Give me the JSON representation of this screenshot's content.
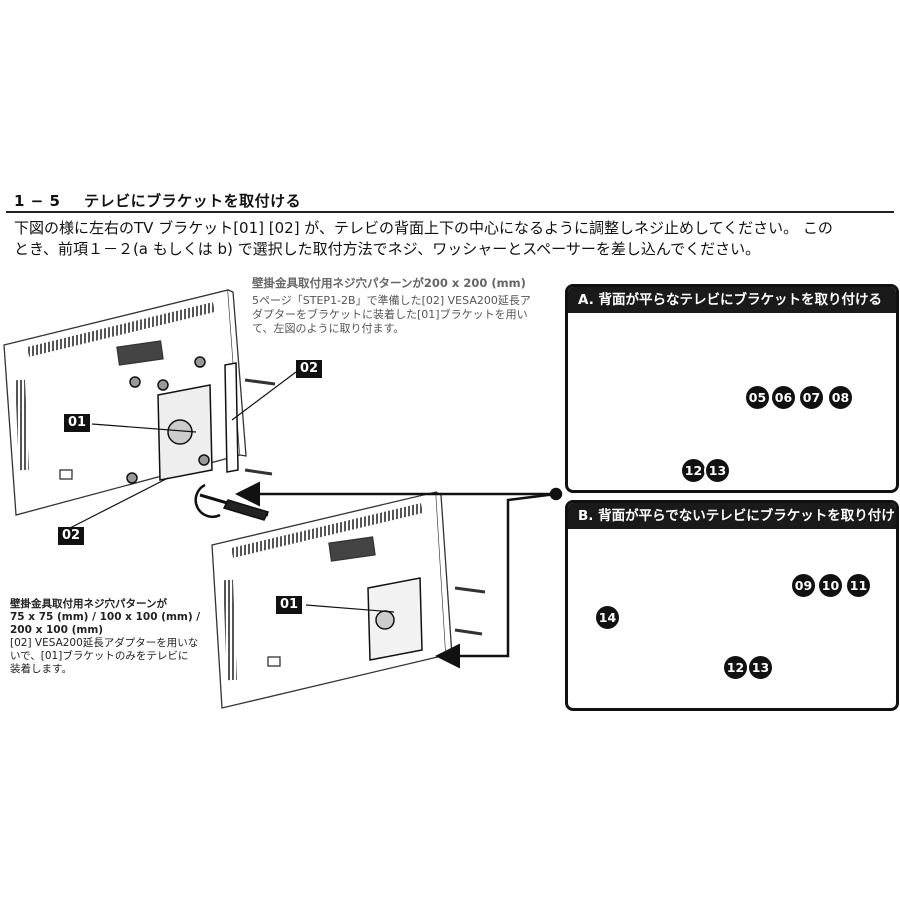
{
  "section": {
    "number": "1 − 5",
    "title": "テレビにブラケットを取付ける"
  },
  "intro": {
    "line1": "下図の様に左右のTV ブラケット[01] [02] が、テレビの背面上下の中心になるように調整しネジ止めしてください。 この",
    "line2": "とき、前項１－２(a もしくは b) で選択した取付方法でネジ、ワッシャーとスペーサーを差し込んでください。"
  },
  "caption_top": {
    "title": "壁掛金具取付用ネジ穴パターンが200 x 200 (mm)",
    "line1": "5ページ「STEP1-2B」で準備した[02] VESA200延長ア",
    "line2": "ダプターをブラケットに装着した[01]ブラケットを用い",
    "line3": "て、左図のように取り付ます。"
  },
  "caption_bottom": {
    "title1": "壁掛金具取付用ネジ穴パターンが",
    "title2": "75 x 75 (mm) / 100 x 100 (mm) /",
    "title3": "200 x 100 (mm)",
    "line1": "[02] VESA200延長アダプターを用いな",
    "line2": "いで、[01]ブラケットのみをテレビに",
    "line3": "装着します。"
  },
  "labels": {
    "l01a": "01",
    "l02a": "02",
    "l02b": "02",
    "l01b": "01"
  },
  "panel_a": {
    "title": "A. 背面が平らなテレビにブラケットを取り付ける",
    "parts": [
      "05",
      "06",
      "07",
      "08"
    ],
    "washers": [
      "12",
      "13"
    ]
  },
  "panel_b": {
    "title": "B. 背面が平らでないテレビにブラケットを取り付ける",
    "parts": [
      "09",
      "10",
      "11"
    ],
    "spacer": "14",
    "washers": [
      "12",
      "13"
    ]
  }
}
